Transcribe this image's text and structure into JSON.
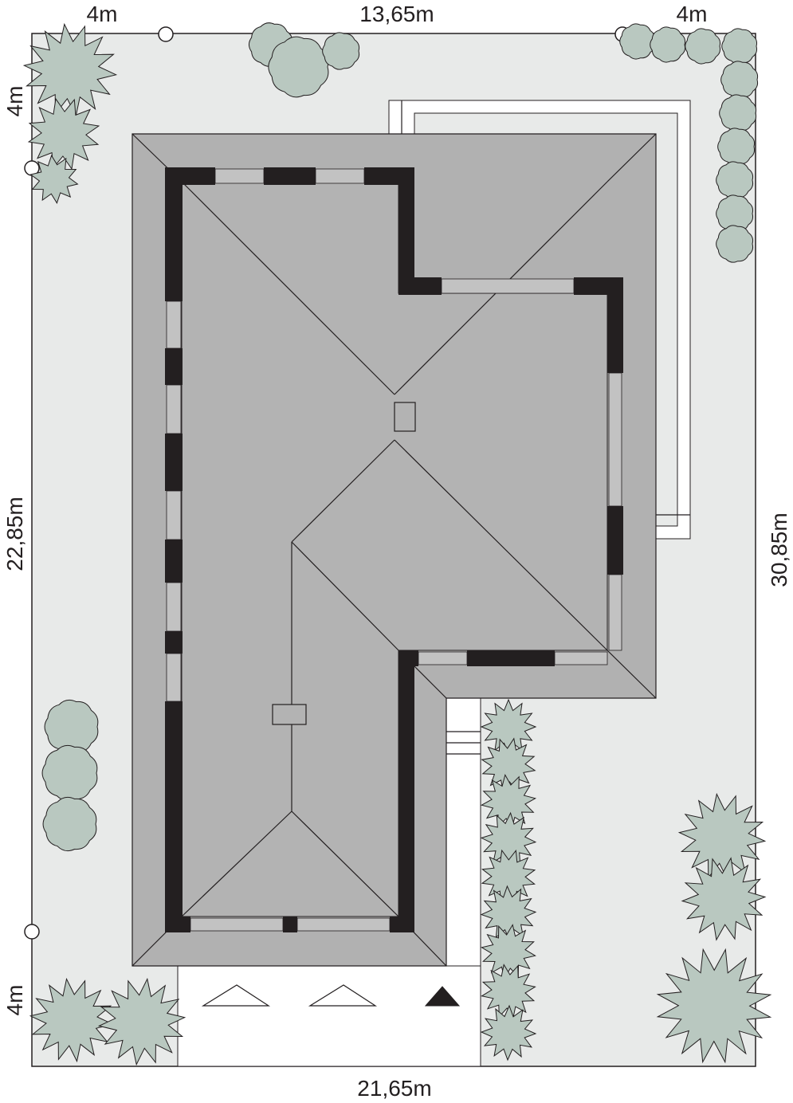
{
  "dimensions": {
    "top_left_setback": "4m",
    "top_frontage": "13,65m",
    "top_right_setback": "4m",
    "left_side_upper_setback": "4m",
    "left_side_length": "22,85m",
    "left_side_lower_setback": "4m",
    "right_side_length": "30,85m",
    "bottom_width": "21,65m"
  },
  "colors": {
    "plot": "#e8eae9",
    "roof_eave": "#b1b1b1",
    "roof": "#b3b3b3",
    "wall": "#231f20",
    "window": "#bdbdbd",
    "vegetation": "#b9c8c0",
    "path": "#ffffff"
  },
  "icons": {
    "parking_marker_outline": "triangle-outline-icon",
    "parking_marker_filled": "triangle-filled-icon",
    "survey_point": "circle-marker-icon"
  }
}
